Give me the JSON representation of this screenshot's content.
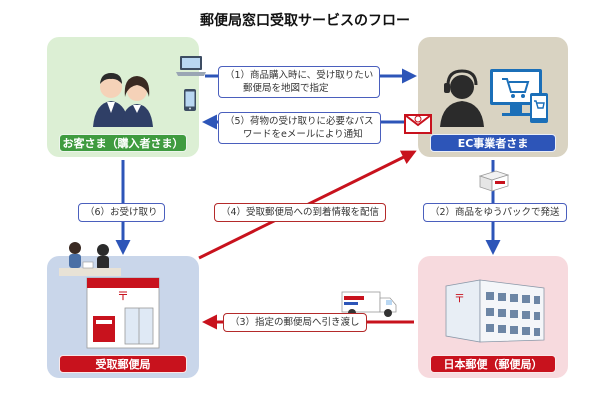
{
  "title": "郵便局窓口受取サービスのフロー",
  "nodes": {
    "customer": "お客さま（購入者さま）",
    "ec": "EC事業者さま",
    "pickup": "受取郵便局",
    "japanpost": "日本郵便（郵便局）"
  },
  "steps": {
    "s1_line1": "（1）商品購入時に、受け取りたい",
    "s1_line2": "郵便局を地図で指定",
    "s5_line1": "（5）荷物の受け取りに必要なパス",
    "s5_line2": "ワードをeメールにより通知",
    "s6": "（6）お受け取り",
    "s4": "（4）受取郵便局への到着情報を配信",
    "s2": "（2）商品をゆうパックで発送",
    "s3": "（3）指定の郵便局へ引き渡し"
  },
  "colors": {
    "blue_arrow": "#2d55b8",
    "red_arrow": "#c8121d",
    "green_label": "#3f9b3f"
  }
}
